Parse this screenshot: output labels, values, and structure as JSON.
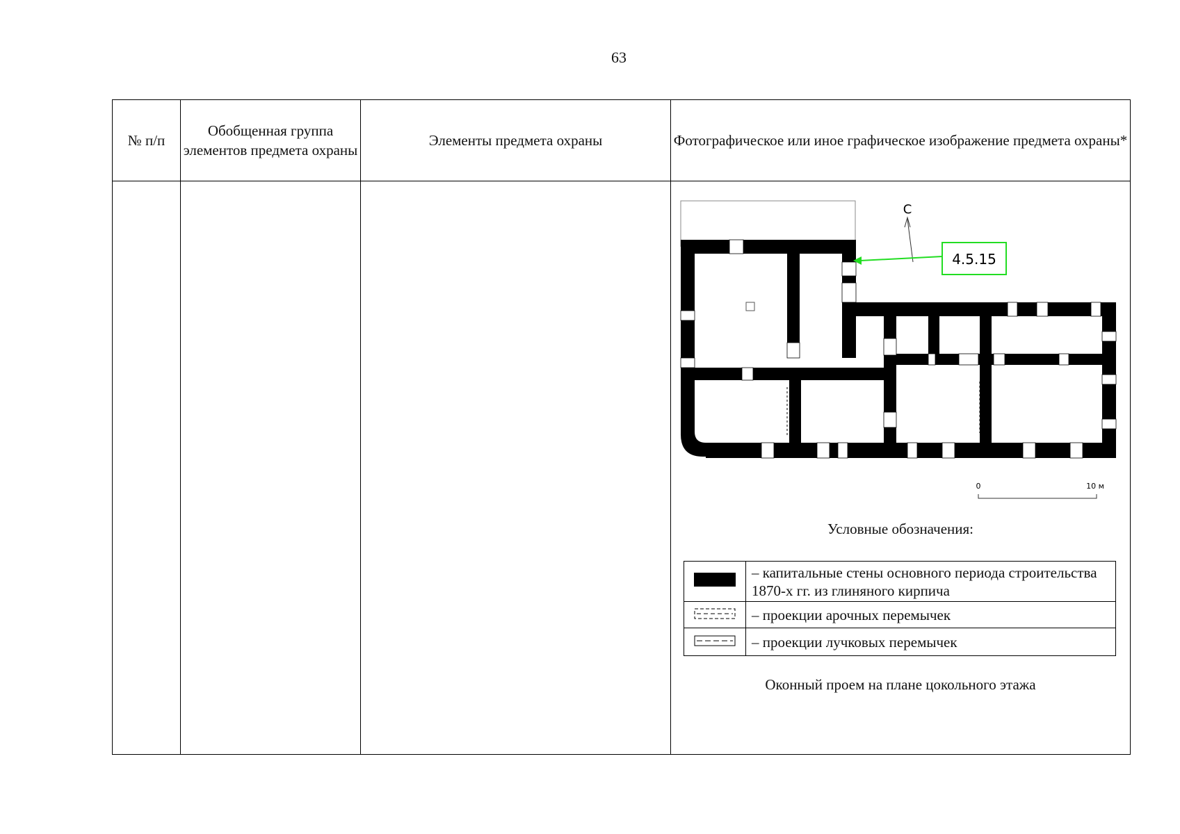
{
  "page_number": "63",
  "table": {
    "headers": [
      "№ п/п",
      "Обобщенная группа элементов предмета охраны",
      "Элементы предмета охраны",
      "Фотографическое или иное графическое изображение предмета охраны*"
    ]
  },
  "plan": {
    "north_label": "С",
    "callout_label": "4.5.15",
    "callout_color": "#22dd22",
    "wall_color": "#000000",
    "scale_start": "0",
    "scale_end": "10 м"
  },
  "legend": {
    "title": "Условные обозначения:",
    "items": [
      {
        "symbol": "solid-wall",
        "text": "– капитальные стены основного периода строительства 1870-х гг. из глиняного кирпича"
      },
      {
        "symbol": "dashed-arch",
        "text": "– проекции арочных перемычек"
      },
      {
        "symbol": "dashed-segmental",
        "text": "– проекции лучковых перемычек"
      }
    ]
  },
  "caption": "Оконный проем на плане цокольного этажа"
}
